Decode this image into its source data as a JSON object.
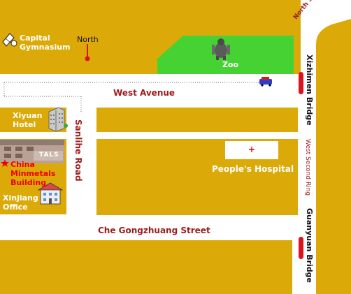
{
  "labels": {
    "capital_gymnasium": [
      "Capital",
      "Gymnasium"
    ],
    "north": "North",
    "zoo": "Zoo",
    "north_second_ring": "North Second Ring",
    "west_avenue": "West Avenue",
    "xizhimen_bridge": "Xizhimen Bridge",
    "xiyuan_hotel": [
      "Xiyuan",
      "Hotel"
    ],
    "sanlihe_road": "Sanlihe Road",
    "west_second_ring": "West Second Ring",
    "china_minmetals": [
      "China",
      "Minmetals",
      "Building"
    ],
    "peoples_hospital": "People's Hospital",
    "hospital_cross": "+",
    "xinjiang_office": [
      "Xinjiang",
      "Office"
    ],
    "guanyuan_bridge": "Guanyuan Bridge",
    "che_gongzhuang": "Che Gongzhuang Street",
    "building_sign": "TALS"
  },
  "colors": {
    "block": "#dcaa08",
    "park": "#46d232",
    "road": "#ffffff",
    "street_label": "#9b1b1b",
    "bridge": "#d8141f",
    "highlight": "#ee0000"
  },
  "icons": [
    "shuttlecock-icon",
    "north-arrow-icon",
    "gorilla-icon",
    "car-icon",
    "hotel-building-icon",
    "office-building-icon",
    "star-icon",
    "hospital-cross-icon"
  ]
}
